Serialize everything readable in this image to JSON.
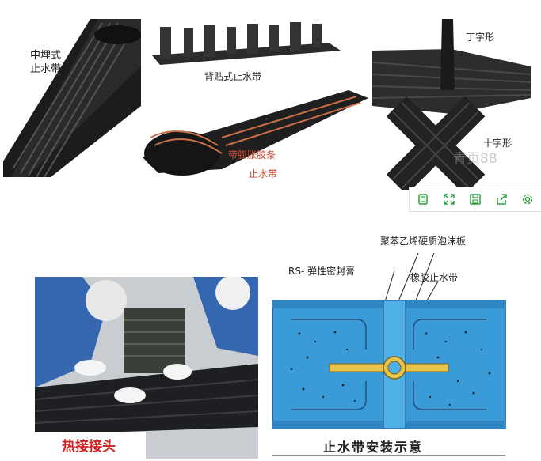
{
  "top_left": {
    "label_line1": "中埋式",
    "label_line2": "止水带"
  },
  "top_middle": {
    "label_back": "背贴式止水带",
    "label_swell_line1": "带膨胀胶条",
    "label_swell_line2": "止水带"
  },
  "top_right": {
    "label_t": "丁字形",
    "label_cross": "十字形",
    "watermark": "青页88"
  },
  "toolbar_icons": [
    "copy-icon",
    "expand-icon",
    "save-icon",
    "share-icon",
    "settings-icon"
  ],
  "bottom_left": {
    "caption": "热接接头"
  },
  "diagram": {
    "label_foam": "聚苯乙烯硬质泡沫板",
    "label_sealant": "RS- 弹性密封膏",
    "label_rubber": "橡胶止水带",
    "caption": "止水带安装示意"
  },
  "colors": {
    "accent_green": "#2f9e44",
    "diagram_blue": "#3a9bd8",
    "caption_red": "#d42020",
    "rubber_tan": "#e8c44a"
  }
}
